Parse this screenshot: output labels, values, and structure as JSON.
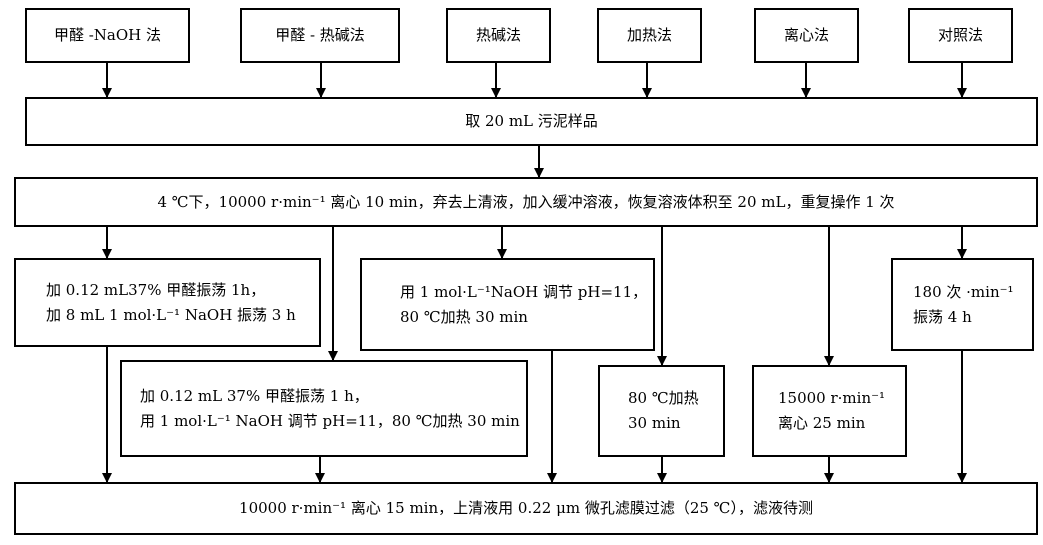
{
  "methods": [
    {
      "label": "甲醛 -NaOH 法"
    },
    {
      "label": "甲醛 - 热碱法"
    },
    {
      "label": "热碱法"
    },
    {
      "label": "加热法"
    },
    {
      "label": "离心法"
    },
    {
      "label": "对照法"
    }
  ],
  "step1": "取 20 mL 污泥样品",
  "step2": "4 ℃下，10000 r·min⁻¹ 离心 10 min，弃去上清液，加入缓冲溶液，恢复溶液体积至 20 mL，重复操作 1 次",
  "treatments": {
    "formaldehyde_naoh": [
      "加 0.12 mL37% 甲醛振荡 1h，",
      "加 8 mL 1 mol·L⁻¹ NaOH 振荡 3 h"
    ],
    "formaldehyde_hot_alkali": [
      "加 0.12 mL 37% 甲醛振荡 1 h，",
      "用 1 mol·L⁻¹ NaOH 调节 pH=11，80 ℃加热 30 min"
    ],
    "hot_alkali": [
      "用 1 mol·L⁻¹NaOH 调节 pH=11，",
      "80 ℃加热 30 min"
    ],
    "heating": [
      "80 ℃加热",
      "30 min"
    ],
    "centrifuge": [
      "15000 r·min⁻¹",
      "离心 25 min"
    ],
    "control": [
      "180 次 ·min⁻¹",
      "振荡 4 h"
    ]
  },
  "final": "10000 r·min⁻¹ 离心 15 min，上清液用 0.22 μm 微孔滤膜过滤（25 ℃），滤液待测"
}
